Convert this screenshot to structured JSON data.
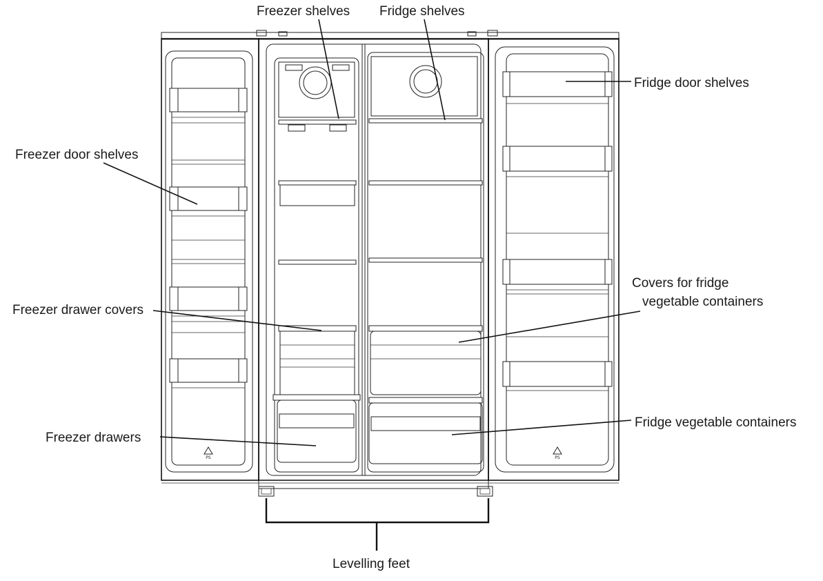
{
  "labels": {
    "freezer_shelves": "Freezer shelves",
    "fridge_shelves": "Fridge shelves",
    "fridge_door_shelves": "Fridge door shelves",
    "freezer_door_shelves": "Freezer door shelves",
    "covers_fridge_veg_line1": "Covers for fridge",
    "covers_fridge_veg_line2": "vegetable containers",
    "freezer_drawer_covers": "Freezer drawer covers",
    "fridge_vegetable_containers": "Fridge vegetable containers",
    "freezer_drawers": "Freezer drawers",
    "levelling_feet": "Levelling feet"
  },
  "recycle_mark": "PS"
}
